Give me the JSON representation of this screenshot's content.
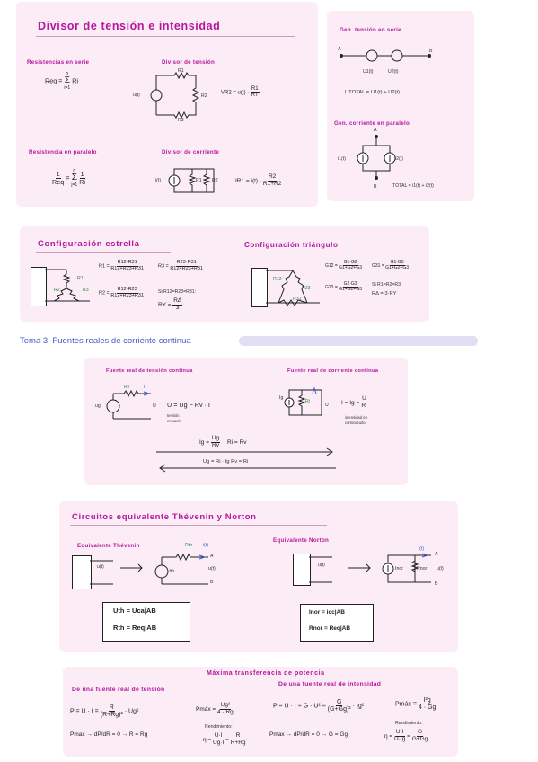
{
  "sec1": {
    "title": "Divisor de tensión e intensidad",
    "series_heading": "Resistencias en serie",
    "series_eq_lhs": "Req =",
    "series_eq_sum_top": "n",
    "series_eq_sum_bot": "i=1",
    "series_eq_term": "Ri",
    "vdiv_heading": "Divisor de tensión",
    "vdiv_source_label": "u(t)",
    "vdiv_r1": "R1",
    "vdiv_r2": "R2",
    "vdiv_r3": "R3",
    "vdiv_eq_lhs": "VR2 = u(t) ·",
    "vdiv_eq_num": "R1",
    "vdiv_eq_den": "RT",
    "parallel_heading": "Resistencia en paralelo",
    "parallel_eq_num": "1",
    "parallel_eq_den": "Req",
    "parallel_eq_sum_top": "n",
    "parallel_eq_sum_bot": "j=1",
    "parallel_eq_term_num": "1",
    "parallel_eq_term_den": "Ri",
    "cdiv_heading": "Divisor de corriente",
    "cdiv_source_label": "i(t)",
    "cdiv_r1": "R1",
    "cdiv_r2": "R2",
    "cdiv_eq_lhs": "IR1 = i(t) ·",
    "cdiv_eq_num": "R2",
    "cdiv_eq_den": "R1+R2"
  },
  "sec2": {
    "gen_series_heading": "Gen. tensión en serie",
    "node_a": "A",
    "node_b": "B",
    "u1": "U1(t)",
    "u2": "U2(t)",
    "total_u": "UTOTAL = U1(t) + U2(t)",
    "gen_parallel_heading": "Gen. corriente en paralelo",
    "i1": "i1(t)",
    "i2": "i2(t)",
    "total_i": "iTOTAL = i1(t) + i2(t)"
  },
  "sec3": {
    "star_heading": "Configuración estrella",
    "star_r1": "R1",
    "star_r2": "R2",
    "star_r3": "R3",
    "star_eq1_lhs": "R1 =",
    "star_eq1_num": "R12·R31",
    "star_eq1_den": "R12+R23+R31",
    "star_eq2_lhs": "R2 =",
    "star_eq2_num": "R12·R23",
    "star_eq2_den": "R12+R23+R31",
    "star_eq3_lhs": "R3 =",
    "star_eq3_num": "R23·R31",
    "star_eq3_den": "R12+R23+R31",
    "star_note": "Si R12=R23=R31:",
    "star_eq4_lhs": "RY =",
    "star_eq4_num": "RΔ",
    "star_eq4_den": "3",
    "delta_heading": "Configuración triángulo",
    "delta_r1": "R12",
    "delta_r2": "R23",
    "delta_r3": "R31",
    "delta_eq1_lhs": "G12 =",
    "delta_eq1_num": "G1·G2",
    "delta_eq1_den": "G1+G2+G3",
    "delta_eq2_lhs": "G23 =",
    "delta_eq2_num": "G2·G3",
    "delta_eq2_den": "G1+G2+G3",
    "delta_eq3_lhs": "G31 =",
    "delta_eq3_num": "G1·G3",
    "delta_eq3_den": "G1+G2+G3",
    "delta_note": "Si R1=R2=R3:",
    "delta_eq4": "RΔ = 3·RY"
  },
  "tema": {
    "label": "Tema 3. Fuentes reales de corriente continua"
  },
  "sec4": {
    "vsrc_heading": "Fuente real de tensión continua",
    "vsrc_ug": "ug",
    "vsrc_rv": "Rv",
    "vsrc_i": "I",
    "vsrc_u": "U",
    "vsrc_eq": "U = Ug − Rv · I",
    "vsrc_note1": "tensión",
    "vsrc_note2": "en vacío",
    "isrc_heading": "Fuente real de corriente continua",
    "isrc_ig": "Ig",
    "isrc_ri": "Ri",
    "isrc_i": "I",
    "isrc_u": "U",
    "isrc_eq_lhs": "I = Ig −",
    "isrc_eq_num": "U",
    "isrc_eq_den": "Ri",
    "isrc_note1": "intensidad en",
    "isrc_note2": "cortocircuito",
    "conv1_lhs": "Ig =",
    "conv1_num": "Ug",
    "conv1_den": "Rv",
    "conv1_rhs": "Ri = Rv",
    "conv2": "Ug = Ri · Ig   Rv = Ri"
  },
  "sec5": {
    "title": "Circuitos equivalente Thévenin y Norton",
    "th_heading": "Equivalente Thévenin",
    "th_u": "u(t)",
    "th_rth": "Rth",
    "th_ith": "i(t)",
    "th_uth": "Uth",
    "th_a": "A",
    "th_b": "B",
    "th_eq1": "Uth = Uca|AB",
    "th_eq2": "Rth = Req|AB",
    "no_heading": "Equivalente Norton",
    "no_u": "u(t)",
    "no_i": "i(t)",
    "no_inor": "Inor",
    "no_rnor": "Rnor",
    "no_a": "A",
    "no_b": "B",
    "no_eq1": "Inor = icc|AB",
    "no_eq2": "Rnor = Req|AB"
  },
  "sec6": {
    "title": "Máxima transferencia de potencia",
    "v_heading": "De una fuente real de tensión",
    "v_eq1_lhs": "P = U · I =",
    "v_eq1_num": "R",
    "v_eq1_den": "(R+Rg)²",
    "v_eq1_rhs": "· Ug²",
    "v_pmax_lhs": "Pmáx =",
    "v_pmax_num": "Ug²",
    "v_pmax_den": "4 · Rg",
    "v_eq2": "Pmax → dP/dR = 0 → R = Rg",
    "v_rend": "Rendimiento:",
    "v_eta_lhs": "η =",
    "v_eta_num1": "U·I",
    "v_eta_den1": "Ug·I",
    "v_eta_num2": "R",
    "v_eta_den2": "R+Rg",
    "i_heading": "De una fuente real de intensidad",
    "i_eq1_lhs": "P = U · I = G · U² =",
    "i_eq1_num": "G",
    "i_eq1_den": "(G+Gg)²",
    "i_eq1_rhs": "· Ig²",
    "i_pmax_lhs": "Pmáx =",
    "i_pmax_num": "I²g",
    "i_pmax_den": "4 · Gg",
    "i_eq2": "Pmax → dP/dR = 0 → G = Gg",
    "i_rend": "Rendimiento:",
    "i_eta_lhs": "η =",
    "i_eta_num1": "U·I",
    "i_eta_den1": "U·Ig",
    "i_eta_num2": "G",
    "i_eta_den2": "G+Gg"
  },
  "colors": {
    "accent": "#b5179e",
    "card": "#fbecf6",
    "pill": "#e2def4",
    "tema": "#4a58c8",
    "wire_blue": "#3b5bd1"
  }
}
